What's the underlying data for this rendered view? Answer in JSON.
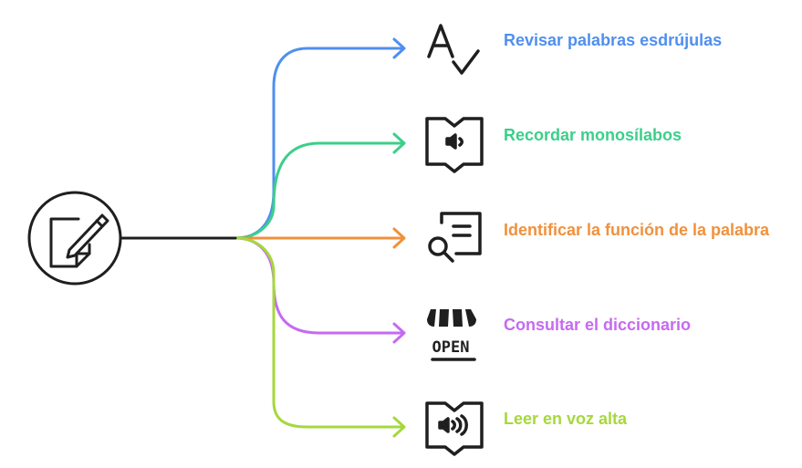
{
  "branches": [
    {
      "label": "Revisar palabras esdrújulas",
      "color": "#4f8ff0",
      "icon": "spell-check-icon"
    },
    {
      "label": "Recordar monosílabos",
      "color": "#3ccf8a",
      "icon": "audio-book-icon"
    },
    {
      "label": "Identificar la función de la palabra",
      "color": "#f0913c",
      "icon": "document-search-icon"
    },
    {
      "label": "Consultar el diccionario",
      "color": "#c66af0",
      "icon": "open-shop-sign-icon"
    },
    {
      "label": "Leer en voz alta",
      "color": "#a6d83c",
      "icon": "read-aloud-book-icon"
    }
  ],
  "center": {
    "icon": "pen-and-paper-icon",
    "color": "#1f1f1f"
  },
  "icons": {
    "open_sign_text": "OPEN"
  }
}
